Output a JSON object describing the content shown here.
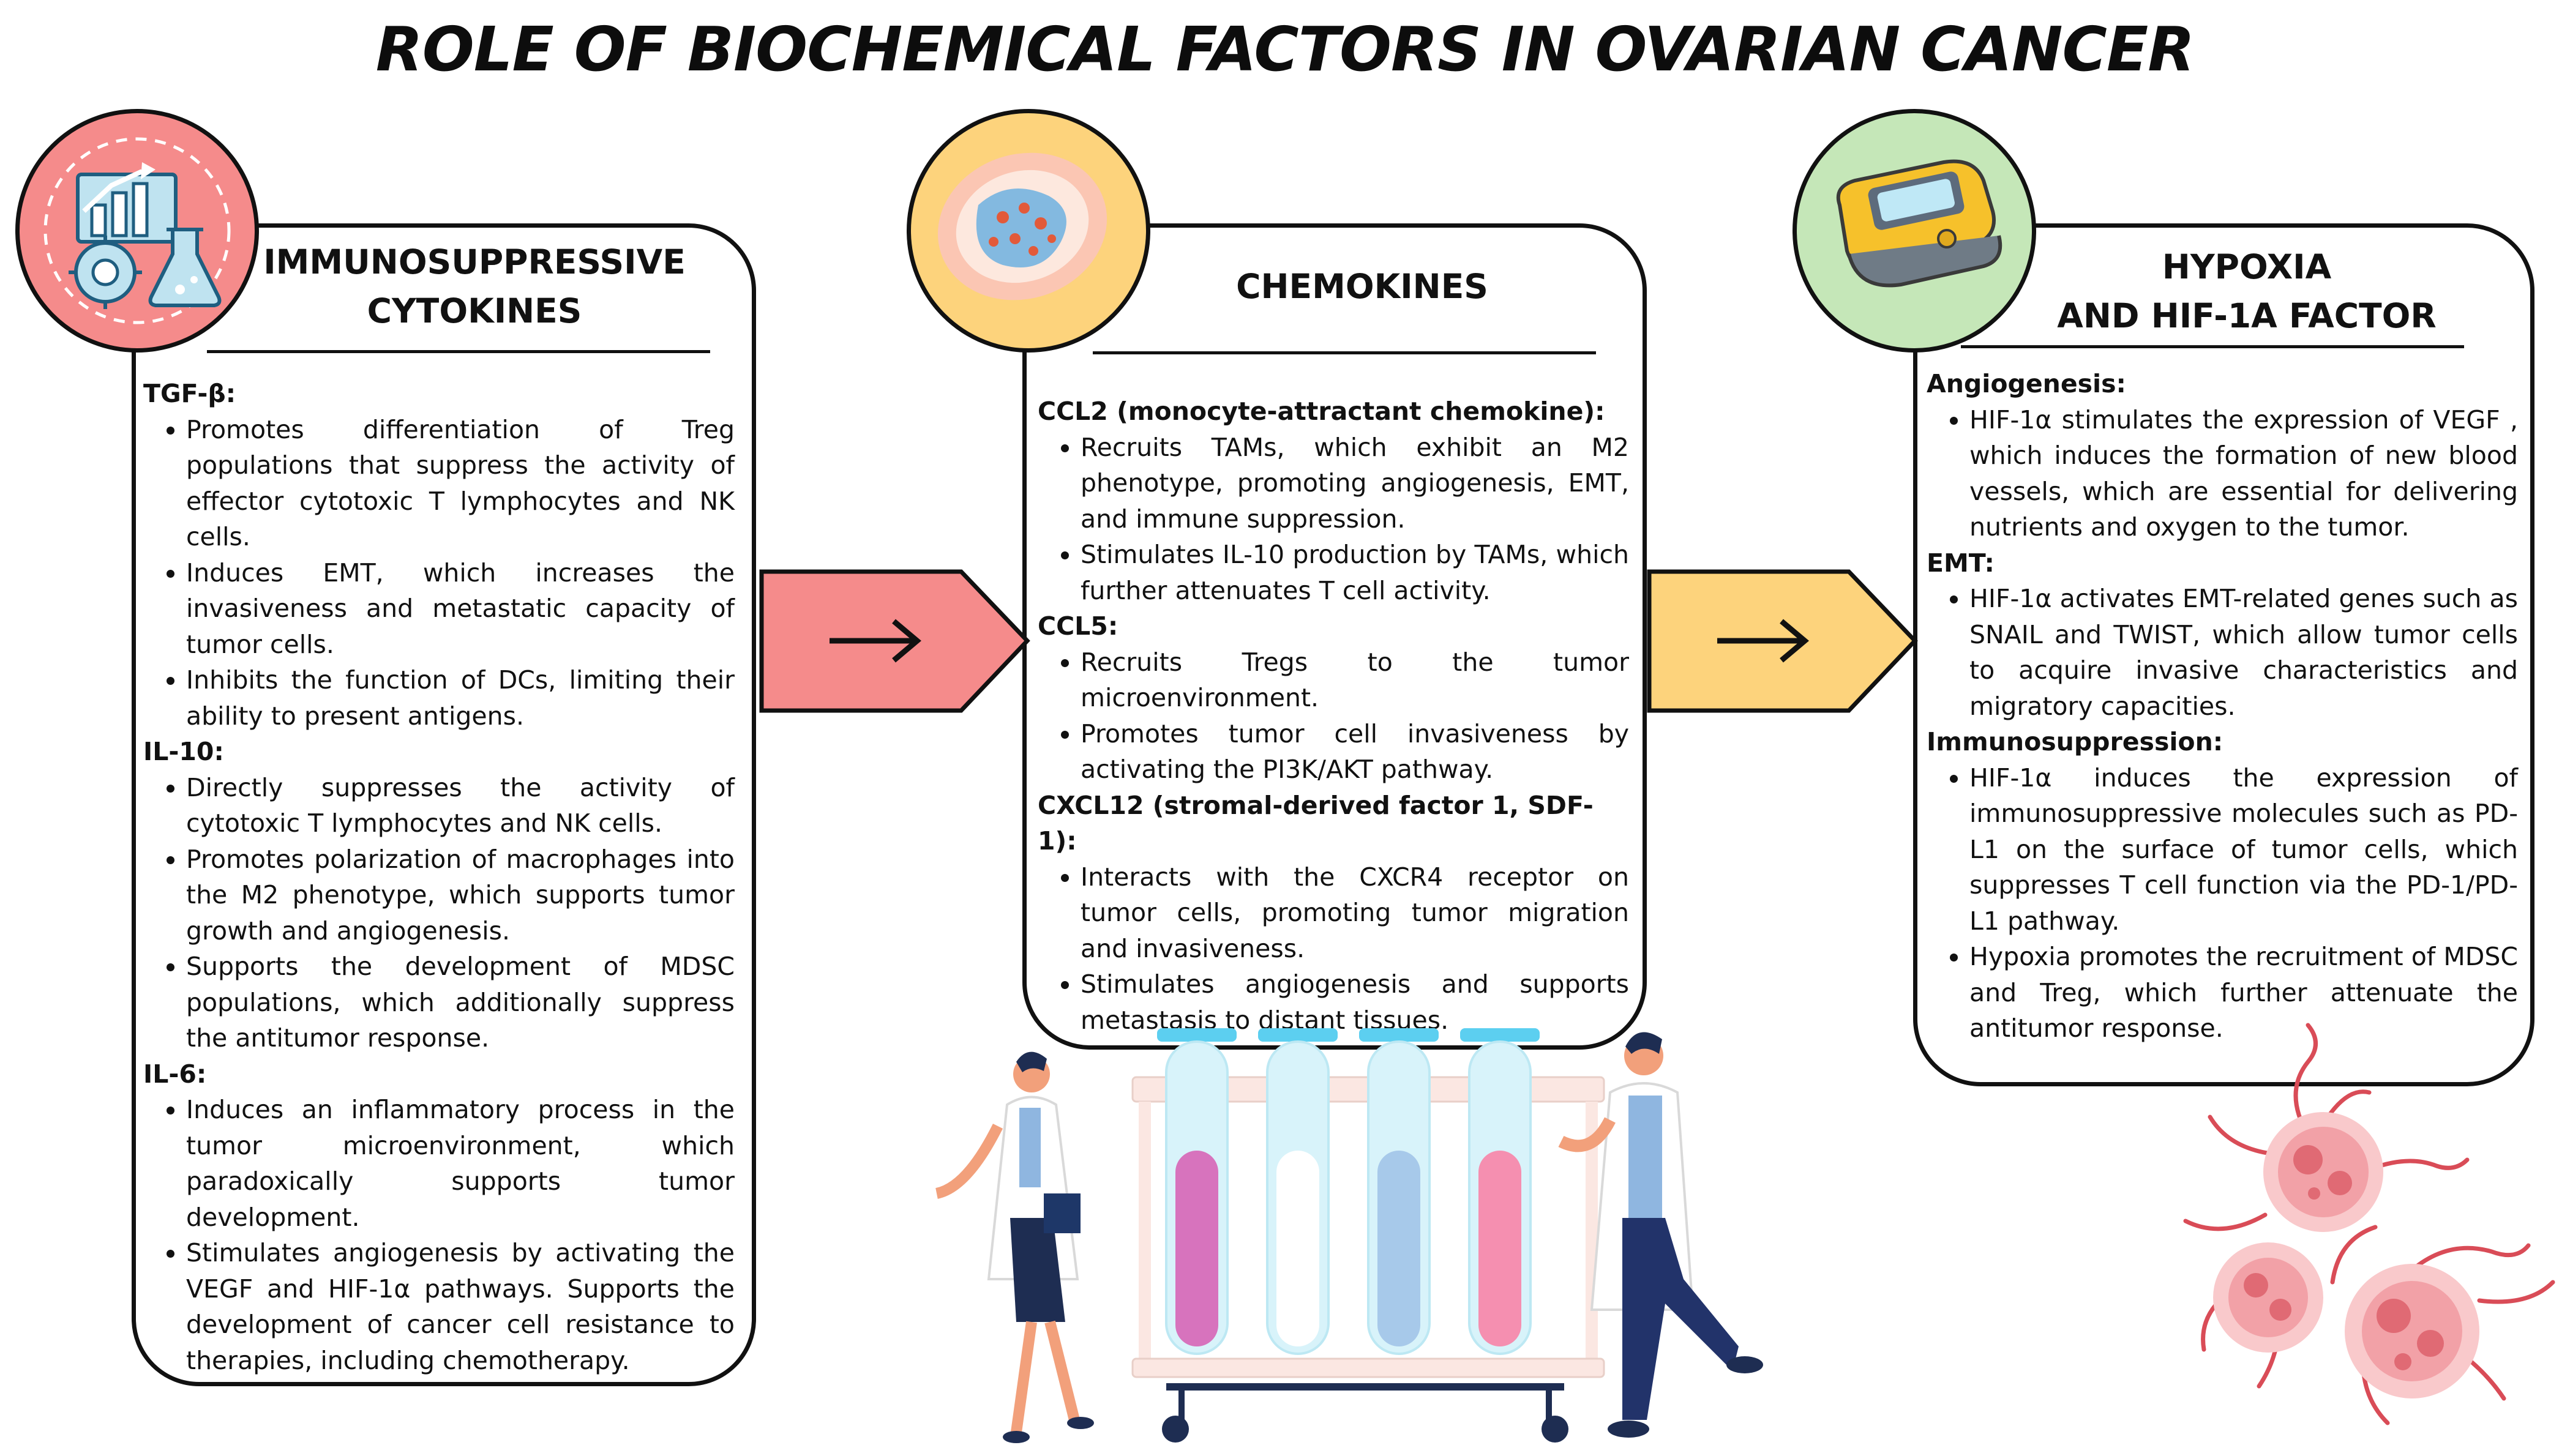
{
  "title": "ROLE OF BIOCHEMICAL FACTORS IN OVARIAN CANCER",
  "colors": {
    "pink": "#f58b8b",
    "yellow": "#fdd37c",
    "green": "#c5e7b8"
  },
  "cards": [
    {
      "title_lines": [
        "IMMUNOSUPPRESSIVE",
        "CYTOKINES"
      ],
      "icon": "lab-analytics-icon",
      "sections": [
        {
          "heading": "TGF-β:",
          "bullets": [
            "Promotes differentiation of Treg populations that suppress the activity of effector cytotoxic T lymphocytes and NK cells.",
            "Induces EMT, which increases the invasiveness and metastatic capacity of tumor cells.",
            "Inhibits the function of DCs, limiting their ability to present antigens."
          ]
        },
        {
          "heading": "IL-10:",
          "bullets": [
            "Directly suppresses the activity of cytotoxic T lymphocytes and NK cells.",
            "Promotes polarization of macrophages into the M2 phenotype, which supports tumor growth and angiogenesis.",
            "Supports the development of MDSC populations, which additionally suppress the antitumor response."
          ]
        },
        {
          "heading": "IL-6:",
          "bullets": [
            "Induces an inflammatory process in the tumor microenvironment, which paradoxically supports tumor development.",
            "Stimulates angiogenesis by activating the VEGF and HIF-1α pathways. Supports the development of cancer cell resistance to therapies, including chemotherapy."
          ]
        }
      ]
    },
    {
      "title_lines": [
        "CHEMOKINES"
      ],
      "icon": "cell-icon",
      "sections": [
        {
          "heading": "CCL2 (monocyte-attractant chemokine):",
          "bullets": [
            "Recruits TAMs, which exhibit an M2 phenotype, promoting angiogenesis, EMT, and immune suppression.",
            "Stimulates IL-10 production by TAMs, which further attenuates T cell activity."
          ]
        },
        {
          "heading": "CCL5:",
          "bullets": [
            "Recruits Tregs to the tumor microenvironment.",
            "Promotes tumor cell invasiveness by activating the PI3K/AKT pathway."
          ]
        },
        {
          "heading": "CXCL12 (stromal-derived factor 1, SDF-1):",
          "bullets": [
            "Interacts with the CXCR4 receptor on tumor cells, promoting tumor migration and invasiveness.",
            "Stimulates angiogenesis and supports metastasis to distant tissues."
          ]
        }
      ]
    },
    {
      "title_lines": [
        "HYPOXIA",
        "AND HIF-1A FACTOR"
      ],
      "icon": "pulse-oximeter-icon",
      "sections": [
        {
          "heading": "Angiogenesis:",
          "bullets": [
            "HIF-1α stimulates the expression of VEGF , which induces the formation of new blood vessels, which are essential for delivering nutrients and oxygen to the tumor."
          ]
        },
        {
          "heading": "EMT:",
          "bullets": [
            "HIF-1α activates EMT-related genes such as SNAIL and TWIST, which allow tumor cells to acquire invasive characteristics and migratory capacities."
          ]
        },
        {
          "heading": "Immunosuppression:",
          "bullets": [
            "HIF-1α induces the expression of immunosuppressive molecules such as PD-L1 on the surface of tumor cells, which suppresses T cell function via the PD-1/PD-L1 pathway.",
            "Hypoxia promotes the recruitment of MDSC and Treg, which further attenuate the antitumor response."
          ]
        }
      ]
    }
  ],
  "arrows": [
    {
      "glyph": "→",
      "color": "#f58b8b"
    },
    {
      "glyph": "→",
      "color": "#fdd37c"
    }
  ]
}
